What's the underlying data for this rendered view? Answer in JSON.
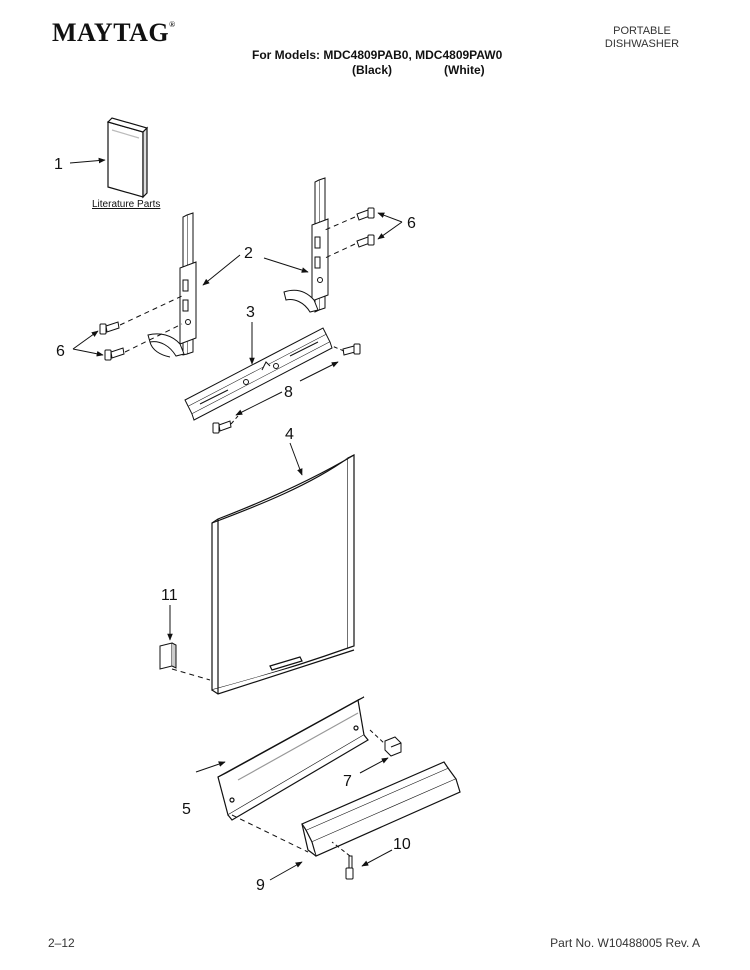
{
  "header": {
    "brand": "MAYTAG",
    "brand_mark": "®",
    "category_line1": "PORTABLE",
    "category_line2": "DISHWASHER",
    "models_line": "For Models: MDC4809PAB0, MDC4809PAW0",
    "color_black": "(Black)",
    "color_white": "(White)"
  },
  "diagram": {
    "literature_label": "Literature Parts",
    "callouts": {
      "c1": "1",
      "c2": "2",
      "c3": "3",
      "c4": "4",
      "c5": "5",
      "c6a": "6",
      "c6b": "6",
      "c7": "7",
      "c8": "8",
      "c9": "9",
      "c10": "10",
      "c11": "11"
    }
  },
  "footer": {
    "page_number": "2–12",
    "part_number": "Part No. W10488005 Rev. A"
  }
}
